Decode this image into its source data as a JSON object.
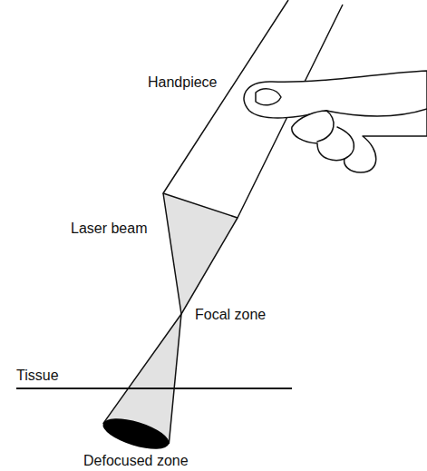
{
  "diagram": {
    "labels": [
      "Handpiece",
      "Laser beam",
      "Focal zone",
      "Tissue",
      "Defocused zone"
    ]
  }
}
